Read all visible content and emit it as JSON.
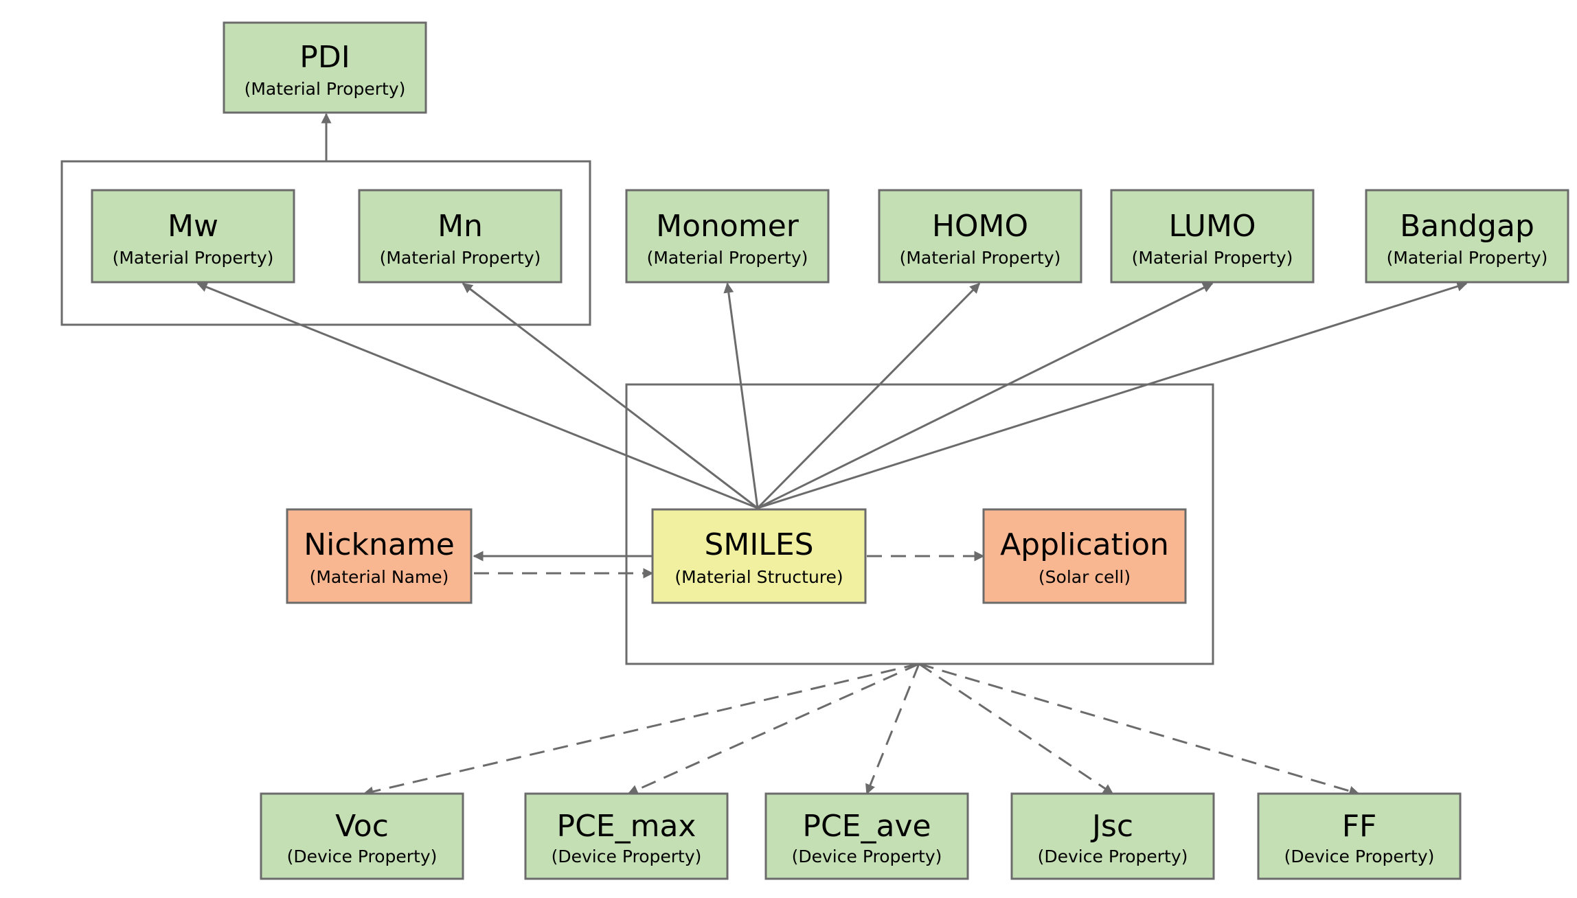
{
  "colors": {
    "property_fill": "#c5dfb4",
    "structure_fill": "#f0f0a0",
    "name_fill": "#f8b691",
    "stroke": "#6b6b6b"
  },
  "nodes": {
    "pdi": {
      "title": "PDI",
      "subtitle": "(Material Property)"
    },
    "mw": {
      "title": "Mw",
      "subtitle": "(Material Property)"
    },
    "mn": {
      "title": "Mn",
      "subtitle": "(Material Property)"
    },
    "monomer": {
      "title": "Monomer",
      "subtitle": "(Material Property)"
    },
    "homo": {
      "title": "HOMO",
      "subtitle": "(Material Property)"
    },
    "lumo": {
      "title": "LUMO",
      "subtitle": "(Material Property)"
    },
    "bandgap": {
      "title": "Bandgap",
      "subtitle": "(Material Property)"
    },
    "nickname": {
      "title": "Nickname",
      "subtitle": "(Material Name)"
    },
    "smiles": {
      "title": "SMILES",
      "subtitle": "(Material Structure)"
    },
    "application": {
      "title": "Application",
      "subtitle": "(Solar cell)"
    },
    "voc": {
      "title": "Voc",
      "subtitle": "(Device Property)"
    },
    "pce_max": {
      "title": "PCE_max",
      "subtitle": "(Device Property)"
    },
    "pce_ave": {
      "title": "PCE_ave",
      "subtitle": "(Device Property)"
    },
    "jsc": {
      "title": "Jsc",
      "subtitle": "(Device Property)"
    },
    "ff": {
      "title": "FF",
      "subtitle": "(Device Property)"
    }
  }
}
